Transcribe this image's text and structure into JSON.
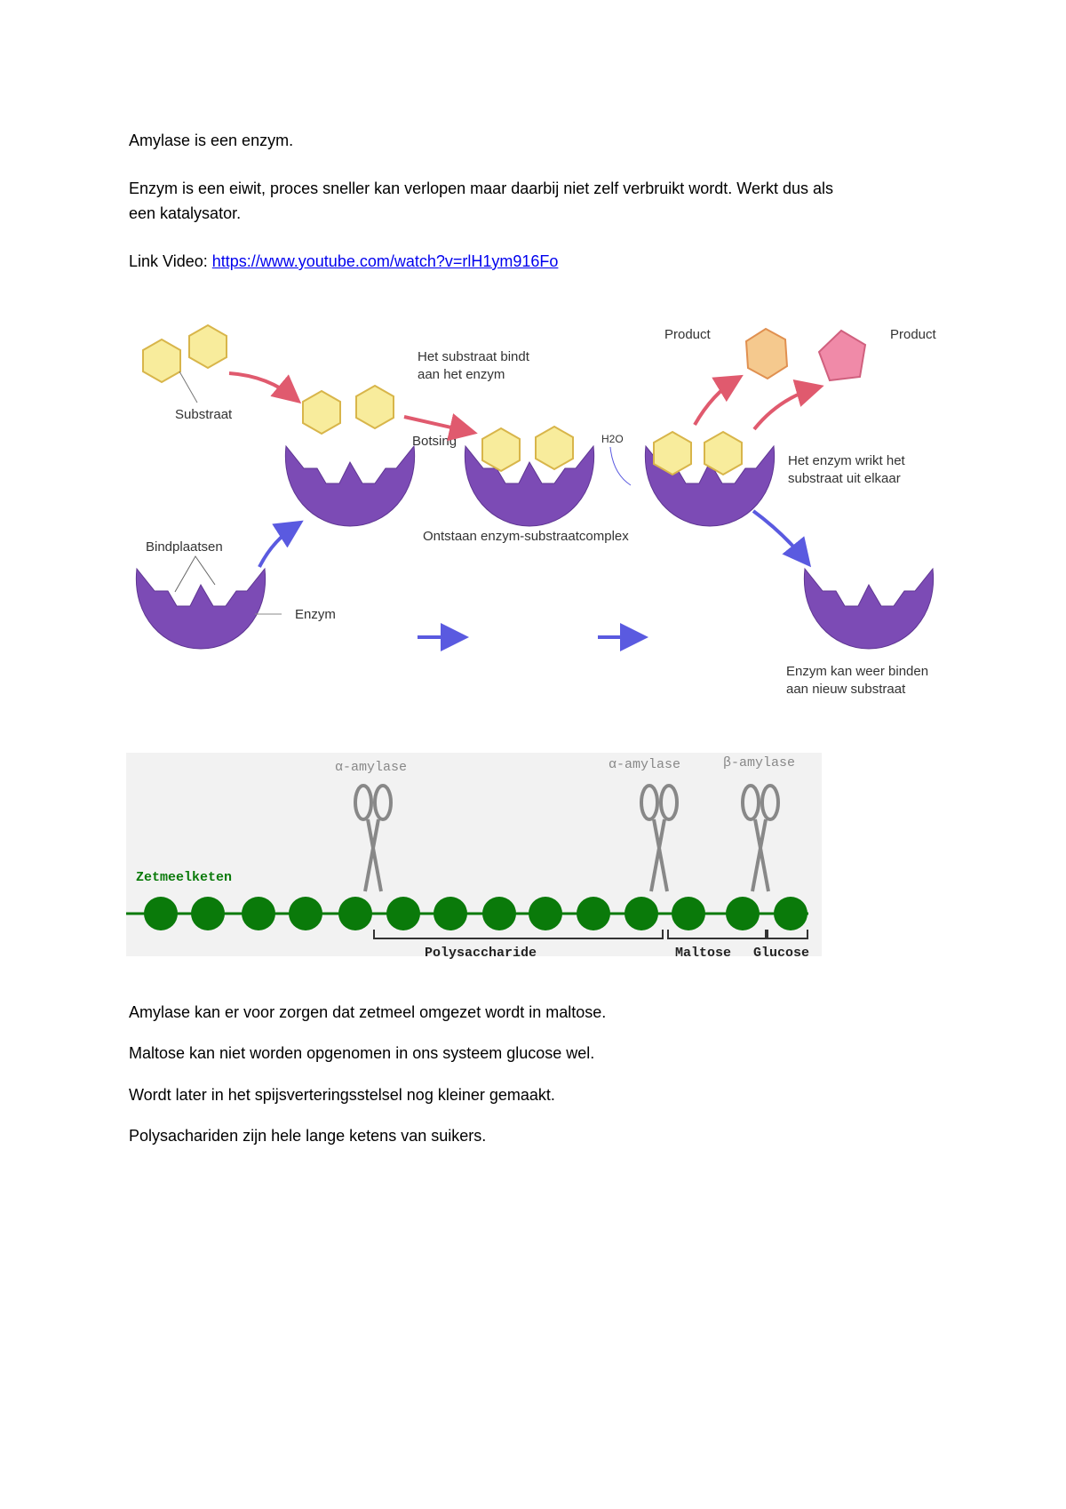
{
  "paragraphs": {
    "p1": "Amylase is een enzym.",
    "p2_line1": "Enzym is een eiwit, proces sneller kan verlopen maar daarbij niet zelf verbruikt wordt. Werkt dus als",
    "p2_line2": "een katalysator.",
    "link_label": "Link Video: ",
    "link_url": "https://www.youtube.com/watch?v=rlH1ym916Fo",
    "p4": "Amylase kan er voor zorgen dat zetmeel omgezet wordt in maltose.",
    "p5": "Maltose kan niet worden opgenomen in ons systeem glucose wel.",
    "p6": "Wordt later in het spijsverteringsstelsel nog kleiner gemaakt.",
    "p7": "Polysachariden zijn hele lange ketens van suikers."
  },
  "enzyme_diagram": {
    "substraat": "Substraat",
    "bindt_1": "Het substraat bindt",
    "bindt_2": "aan het enzym",
    "botsing": "Botsing",
    "h2o": "H2O",
    "product_1": "Product",
    "product_2": "Product",
    "wrikt_1": "Het enzym wrikt het",
    "wrikt_2": "substraat uit elkaar",
    "complex": "Ontstaan enzym-substraatcomplex",
    "bindplaatsen": "Bindplaatsen",
    "enzym": "Enzym",
    "weer_1": "Enzym kan weer binden",
    "weer_2": "aan nieuw substraat"
  },
  "amylase_diagram": {
    "alpha_1": "α-amylase",
    "alpha_2": "α-amylase",
    "beta": "β-amylase",
    "chain": "Zetmeelketen",
    "polysaccharide": "Polysaccharide",
    "maltose": "Maltose",
    "glucose": "Glucose",
    "colors": {
      "glucose_unit": "#0a7a0a",
      "scissors": "#888888",
      "background": "#f2f2f2"
    }
  }
}
